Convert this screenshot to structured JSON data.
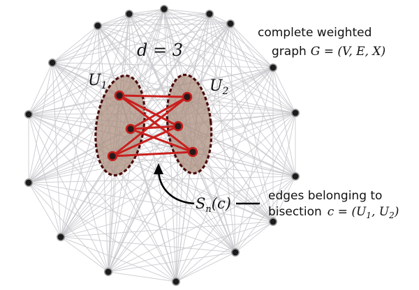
{
  "diagram": {
    "nodes": [
      {
        "id": "v0"
      },
      {
        "id": "v1"
      },
      {
        "id": "v2"
      },
      {
        "id": "v3"
      },
      {
        "id": "v4"
      },
      {
        "id": "v5"
      },
      {
        "id": "v6"
      },
      {
        "id": "v7"
      },
      {
        "id": "v8"
      },
      {
        "id": "v9"
      },
      {
        "id": "v10"
      },
      {
        "id": "v11"
      },
      {
        "id": "v12"
      },
      {
        "id": "v13"
      },
      {
        "id": "v14"
      },
      {
        "id": "v15"
      }
    ],
    "partition": {
      "U1": [
        "a1",
        "a2",
        "a3"
      ],
      "U2": [
        "b1",
        "b2",
        "b3"
      ],
      "cut_edges": [
        [
          "a1",
          "b1"
        ],
        [
          "a1",
          "b2"
        ],
        [
          "a1",
          "b3"
        ],
        [
          "a2",
          "b1"
        ],
        [
          "a2",
          "b2"
        ],
        [
          "a2",
          "b3"
        ],
        [
          "a3",
          "b1"
        ],
        [
          "a3",
          "b2"
        ],
        [
          "a3",
          "b3"
        ]
      ]
    },
    "colors": {
      "edge": "#c8c8cc",
      "node_fill": "#1c1c1c",
      "node_ring": "#9a9a9a",
      "cut_edge": "#c8201e",
      "group_fill": "#a98a7a",
      "group_border": "#4a0a0a",
      "arrow": "#000000"
    }
  },
  "labels": {
    "d_label": "d = 3",
    "u1_label_main": "U",
    "u1_label_sub": "1",
    "u2_label_main": "U",
    "u2_label_sub": "2",
    "complete_line1": "complete weighted",
    "complete_line2_text": "graph",
    "complete_line2_math": "G = (V, E, X)",
    "sn_label_main": "S",
    "sn_label_sub": "n",
    "sn_label_rest": "(c)",
    "edges_line1": "edges belonging to",
    "edges_line2_text": "bisection",
    "edges_line2_math_a": "c = (U",
    "edges_line2_math_sub1": "1",
    "edges_line2_math_b": ", U",
    "edges_line2_math_sub2": "2",
    "edges_line2_math_c": ")"
  }
}
